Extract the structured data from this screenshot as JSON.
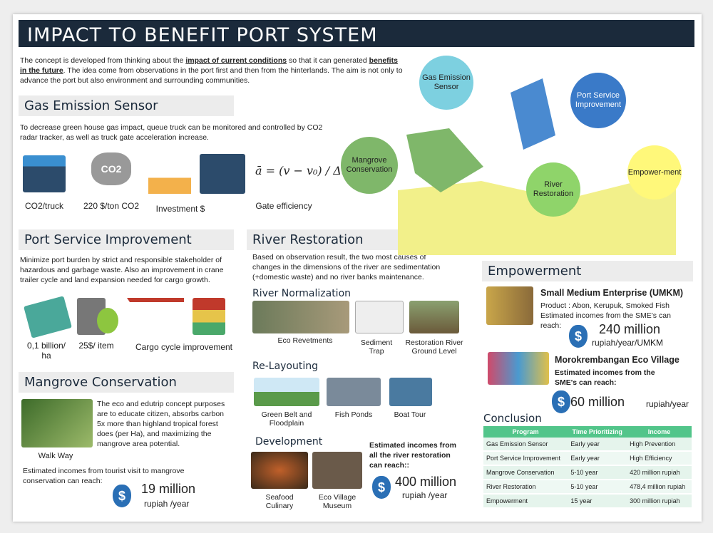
{
  "title": "IMPACT TO BENEFIT PORT SYSTEM",
  "intro": {
    "t1": "The concept is developed from thinking about the ",
    "b1": "impact of current conditions",
    "t2": " so that it can generated ",
    "b2": "benefits in the future",
    "t3": ". The idea come from observations in the port first and then from the hinterlands.  The aim is not only to advance the port but also environment and surrounding communities."
  },
  "gas": {
    "heading": "Gas Emission Sensor",
    "text": "To decrease green house gas impact, queue truck can be monitored and controlled by CO2 radar tracker, as well as truck gate acceleration increase.",
    "items": [
      "CO2/truck",
      "220 $/ton CO2",
      "Investment $",
      "Gate efficiency"
    ],
    "formula": "ā = (v − v₀) / Δt",
    "co2": "CO2"
  },
  "port": {
    "heading": "Port Service Improvement",
    "text": "Minimize port burden by strict and responsible stakeholder of hazardous and garbage waste. Also an improvement in crane trailer cycle and land expansion needed for cargo growth.",
    "items": [
      "0,1 billion/ ha",
      "25$/ item",
      "Cargo cycle improvement"
    ]
  },
  "mangrove": {
    "heading": "Mangrove Conservation",
    "text": "The eco and edutrip concept purposes are to educate citizen, absorbs carbon 5x more than highland tropical forest does (per Ha), and maximizing the mangrove area potential.",
    "walkway": "Walk Way",
    "income_text": "Estimated incomes from tourist visit to mangrove conservation can reach:",
    "amount": "19 million",
    "unit": "rupiah /year"
  },
  "river": {
    "heading": "River Restoration",
    "text": "Based on observation result, the two most causes of changes in the dimensions of the river are sedimentation (+domestic waste) and no river banks maintenance.",
    "normalization": "River Normalization",
    "norm_items": [
      "Eco Revetments",
      "Sediment Trap",
      "Restoration River Ground Level"
    ],
    "relayout": "Re-Layouting",
    "relayout_items": [
      "Green Belt and Floodplain",
      "Fish Ponds",
      "Boat Tour"
    ],
    "development": "Development",
    "dev_items": [
      "Seafood Culinary",
      "Eco Village Museum"
    ],
    "income_text": "Estimated incomes from all the river restoration can reach::",
    "amount": "400 million",
    "unit": "rupiah /year"
  },
  "map": {
    "circles": [
      "Gas Emission Sensor",
      "Port Service Improvement",
      "Mangrove Conservation",
      "River Restoration",
      "Empower-ment"
    ]
  },
  "empowerment": {
    "heading": "Empowerment",
    "sme_title": "Small Medium Enterprise (UMKM)",
    "sme_product": "Product : Abon, Kerupuk, Smoked Fish",
    "sme_income": "Estimated incomes from the SME's can reach:",
    "sme_amount": "240 million",
    "sme_unit": "rupiah/year/UMKM",
    "eco_title": "Morokrembangan Eco Village",
    "eco_income": "Estimated incomes from the SME's can reach:",
    "eco_amount": "60 million",
    "eco_unit": "rupiah/year"
  },
  "conclusion": {
    "heading": "Conclusion",
    "headers": [
      "Program",
      "Time Prioritizing",
      "Income"
    ],
    "rows": [
      [
        "Gas Emission Sensor",
        "Early year",
        "High Prevention"
      ],
      [
        "Port Service Improvement",
        "Early year",
        "High Efficiency"
      ],
      [
        "Mangrove Conservation",
        "5-10 year",
        "420 million rupiah"
      ],
      [
        "River Restoration",
        "5-10 year",
        "478,4 million rupiah"
      ],
      [
        "Empowerment",
        "15 year",
        "300 million rupiah"
      ]
    ]
  }
}
